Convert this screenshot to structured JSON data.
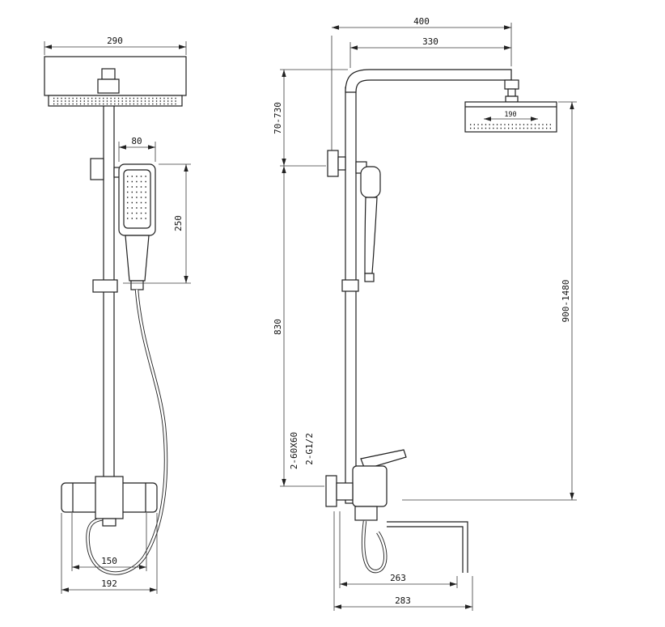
{
  "dims": {
    "front": {
      "head_width": "290",
      "hand_shower_width": "80",
      "hand_shower_length": "250",
      "mixer_port_spacing": "150",
      "mixer_overall_width": "192"
    },
    "side": {
      "arm_overall": "400",
      "arm_projection": "330",
      "head_height_adjust": "70-730",
      "head_depth": "190",
      "riser_height": "830",
      "overall_height": "900-1480",
      "mount_plates": "2-60X60",
      "inlet_connections": "2-G1/2",
      "spout_projection": "263",
      "overall_projection": "283"
    }
  }
}
